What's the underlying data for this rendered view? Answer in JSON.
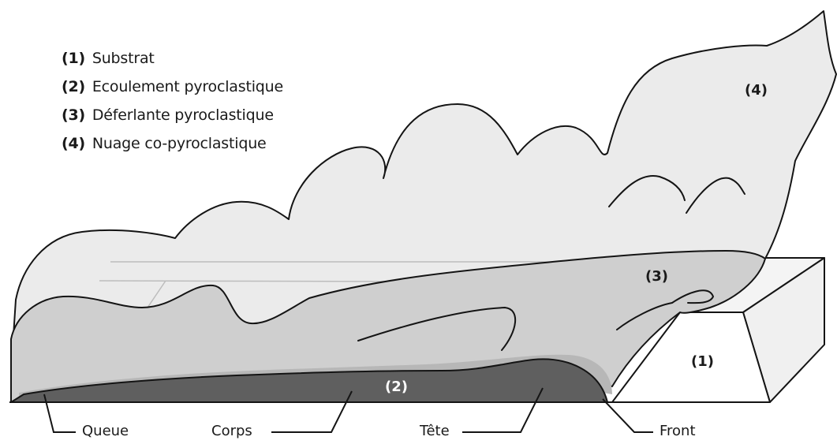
{
  "legend": {
    "items": [
      {
        "num": "(1)",
        "text": "Substrat"
      },
      {
        "num": "(2)",
        "text": "Ecoulement pyroclastique"
      },
      {
        "num": "(3)",
        "text": "Déferlante pyroclastique"
      },
      {
        "num": "(4)",
        "text": "Nuage co-pyroclastique"
      }
    ]
  },
  "region_labels": {
    "substrat": "(1)",
    "ecoulement": "(2)",
    "deferlante": "(3)",
    "nuage": "(4)"
  },
  "part_labels": {
    "queue": "Queue",
    "corps": "Corps",
    "tete": "Tête",
    "front": "Front"
  },
  "colors": {
    "nuage_fill": "#ebebeb",
    "deferlante_fill": "#cfcfcf",
    "ecoulement_fill": "#5f5f5f",
    "substrat_top": "#f4f4f4",
    "substrat_front": "#ffffff",
    "substrat_side": "#f0f0f0",
    "outline": "#141414"
  }
}
